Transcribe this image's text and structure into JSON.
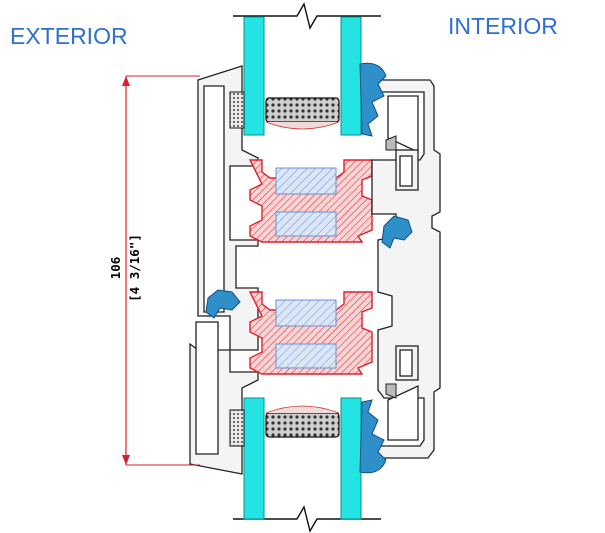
{
  "labels": {
    "exterior": "EXTERIOR",
    "interior": "INTERIOR"
  },
  "dimension": {
    "metric": "106",
    "imperial": "[4 3/16\"]"
  },
  "colors": {
    "glass": "#23e3e3",
    "thermal_break": "#e0202a",
    "thermal_break_fill": "#f4c8c8",
    "dimension_line": "#d9202a",
    "gasket": "#2f8fc8",
    "insulation": "#a9c6ee",
    "label": "#2f6fd1",
    "frame_line": "#222222"
  }
}
